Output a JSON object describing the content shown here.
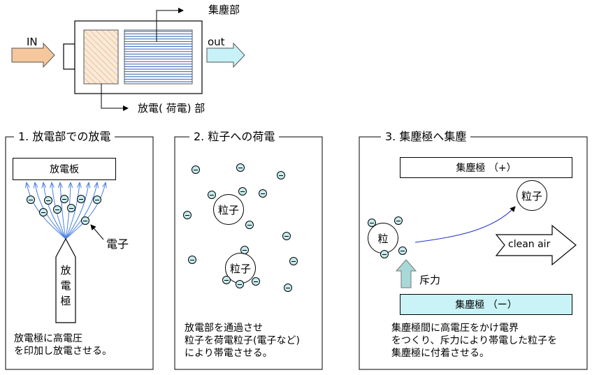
{
  "top": {
    "in_label": "IN",
    "out_label": "out",
    "collector_label": "集塵部",
    "discharge_label": "放電( 荷電) 部"
  },
  "panel1": {
    "title": "1. 放電部での放電",
    "plate_label": "放電板",
    "electron_label": "電子",
    "electrode_label": "放電極",
    "description": "放電極に高電圧\nを印加し放電させる。"
  },
  "panel2": {
    "title": "2. 粒子への荷電",
    "particle_label": "粒子",
    "description": "放電部を通過させ\n粒子を荷電粒子(電子など)\nにより帯電させる。"
  },
  "panel3": {
    "title": "3. 集塵極へ集塵",
    "plus_plate": "集塵極 （+）",
    "minus_plate": "集塵極 （ー）",
    "particle_label": "粒子",
    "small_particle_label": "粒",
    "clean_air": "clean  air",
    "force_label": "斥力",
    "description": "集塵極間に高電圧をかけ電界\nをつくり、斥力により帯電した粒子を\n集塵極に付着させる。"
  },
  "colors": {
    "in_arrow": "#f6c79c",
    "out_arrow": "#c7f2f7",
    "collector_lines": "#2f5fb5",
    "field_lines": "#4a7fe0",
    "electron_fill": "#c7ecf0",
    "minus_plate_fill": "#c9f3f6",
    "force_arrow": "#a9d8d8"
  }
}
